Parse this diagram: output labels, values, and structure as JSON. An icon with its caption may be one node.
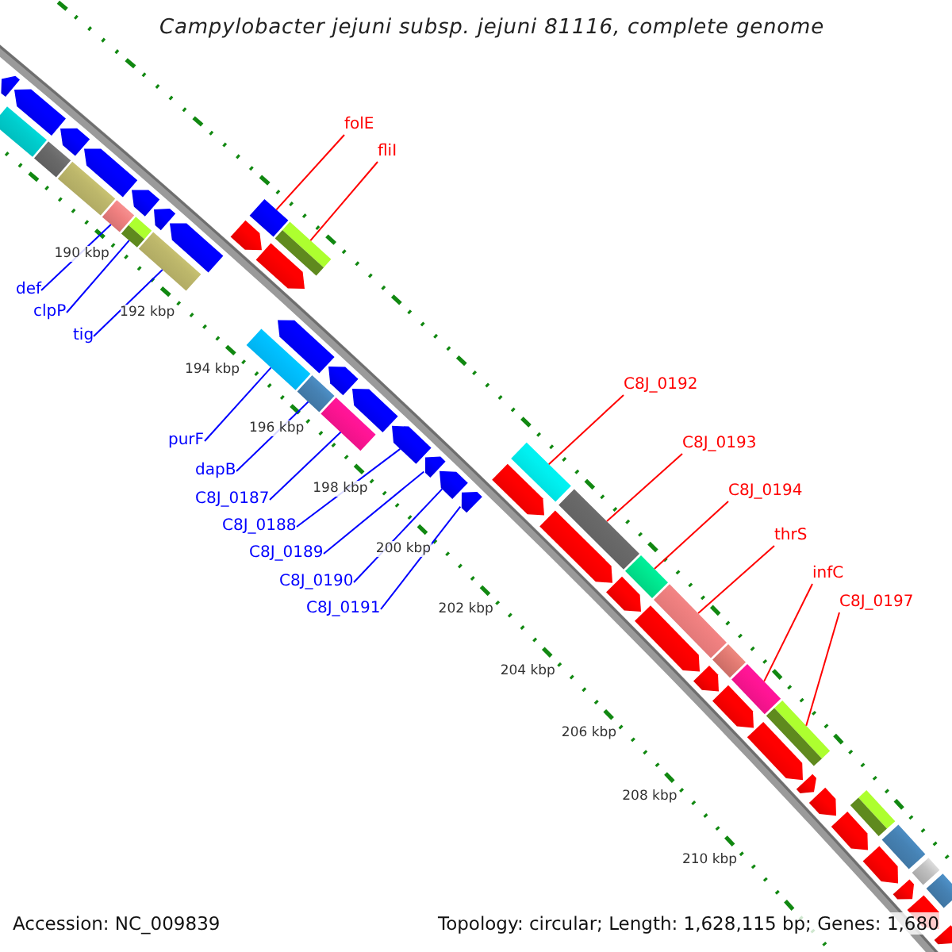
{
  "diagram": {
    "title": "Campylobacter jejuni subsp. jejuni 81116, complete genome",
    "nodes": [
      {
        "text": [
          "folE"
        ]
      },
      {
        "text": [
          "fliI"
        ]
      },
      {
        "text": [
          "def"
        ]
      },
      {
        "text": [
          "clpP"
        ]
      },
      {
        "text": [
          "tig"
        ]
      },
      {
        "text": [
          "C8J_0192"
        ]
      },
      {
        "text": [
          "purF"
        ]
      },
      {
        "text": [
          "C8J_0193"
        ]
      },
      {
        "text": [
          "dapB"
        ]
      },
      {
        "text": [
          "C8J_0194"
        ]
      },
      {
        "text": [
          "C8J_0187"
        ]
      },
      {
        "text": [
          "C8J_0188"
        ]
      },
      {
        "text": [
          "thrS"
        ]
      },
      {
        "text": [
          "C8J_0189"
        ]
      },
      {
        "text": [
          "infC"
        ]
      },
      {
        "text": [
          "C8J_0190"
        ]
      },
      {
        "text": [
          "C8J_0197"
        ]
      },
      {
        "text": [
          "C8J_0191"
        ]
      },
      {
        "text": [],
        "shape": "pentagon"
      },
      {
        "text": [],
        "shape": "bar"
      },
      {
        "text": [],
        "shape": "pentagon"
      },
      {
        "text": [],
        "shape": "bar"
      },
      {
        "text": [],
        "shape": "pentagon"
      },
      {
        "text": [],
        "shape": "bar"
      },
      {
        "text": [],
        "shape": "pentagon"
      },
      {
        "text": [],
        "shape": "bar"
      },
      {
        "text": [],
        "shape": "bar"
      },
      {
        "text": [],
        "shape": "pentagon"
      },
      {
        "text": [],
        "shape": "pentagon"
      },
      {
        "text": [],
        "shape": "bar"
      },
      {
        "text": [],
        "shape": "pentagon"
      },
      {
        "text": [],
        "shape": "pentagon"
      },
      {
        "text": [],
        "shape": "bar"
      },
      {
        "text": [],
        "shape": "bar"
      },
      {
        "text": [],
        "shape": "pentagon"
      },
      {
        "text": [],
        "shape": "pentagon"
      },
      {
        "text": [],
        "shape": "bar"
      },
      {
        "text": [],
        "shape": "bar"
      },
      {
        "text": [],
        "shape": "pentagon"
      },
      {
        "text": [],
        "shape": "bar"
      },
      {
        "text": [],
        "shape": "pentagon"
      },
      {
        "text": [],
        "shape": "pentagon"
      },
      {
        "text": [],
        "shape": "pentagon"
      },
      {
        "text": [],
        "shape": "pentagon"
      },
      {
        "text": [],
        "shape": "pentagon"
      },
      {
        "text": [],
        "shape": "pentagon"
      },
      {
        "text": [],
        "shape": "bar"
      },
      {
        "text": [],
        "shape": "pentagon"
      },
      {
        "text": [],
        "shape": "bar"
      },
      {
        "text": [],
        "shape": "pentagon"
      },
      {
        "text": [],
        "shape": "bar"
      },
      {
        "text": [],
        "shape": "pentagon"
      },
      {
        "text": [],
        "shape": "bar"
      },
      {
        "text": [],
        "shape": "pentagon"
      },
      {
        "text": [],
        "shape": "bar"
      },
      {
        "text": [],
        "shape": "pentagon"
      },
      {
        "text": [],
        "shape": "bar"
      },
      {
        "text": [],
        "shape": "pentagon"
      },
      {
        "text": [],
        "shape": "bar"
      },
      {
        "text": [],
        "shape": "pentagon"
      },
      {
        "text": [],
        "shape": "pentagon"
      },
      {
        "text": [],
        "shape": "pentagon"
      },
      {
        "text": [],
        "shape": "bar"
      },
      {
        "text": [],
        "shape": "pentagon"
      },
      {
        "text": [],
        "shape": "bar"
      },
      {
        "text": [],
        "shape": "pentagon"
      },
      {
        "text": [],
        "shape": "bar"
      },
      {
        "text": [],
        "shape": "pentagon"
      },
      {
        "text": [],
        "shape": "bar"
      },
      {
        "text": [],
        "shape": "pentagon"
      }
    ],
    "edges": [
      {
        "from": 0,
        "to": 32,
        "arrow": "none",
        "color": "#ff0000"
      },
      {
        "from": 1,
        "to": 36,
        "arrow": "none",
        "color": "#ff0000"
      },
      {
        "from": 2,
        "to": 25,
        "arrow": "none"
      },
      {
        "from": 3,
        "to": 26,
        "arrow": "none"
      },
      {
        "from": 4,
        "to": 29,
        "arrow": "none"
      },
      {
        "from": 5,
        "to": 46,
        "arrow": "none",
        "color": "#ff0000"
      },
      {
        "from": 6,
        "to": 33,
        "arrow": "none"
      },
      {
        "from": 7,
        "to": 48,
        "arrow": "none",
        "color": "#ff0000"
      },
      {
        "from": 8,
        "to": 37,
        "arrow": "none"
      },
      {
        "from": 9,
        "to": 50,
        "arrow": "none",
        "color": "#ff0000"
      },
      {
        "from": 10,
        "to": 39,
        "arrow": "none"
      },
      {
        "from": 11,
        "to": 41,
        "arrow": "none"
      },
      {
        "from": 12,
        "to": 52,
        "arrow": "none",
        "color": "#ff0000"
      },
      {
        "from": 13,
        "to": 42,
        "arrow": "none"
      },
      {
        "from": 14,
        "to": 56,
        "arrow": "none",
        "color": "#ff0000"
      },
      {
        "from": 15,
        "to": 43,
        "arrow": "none"
      },
      {
        "from": 16,
        "to": 58,
        "arrow": "none",
        "color": "#ff0000"
      },
      {
        "from": 17,
        "to": 44,
        "arrow": "none"
      }
    ],
    "labels": [
      "190 kbp",
      "192 kbp",
      "194 kbp",
      "196 kbp",
      "198 kbp",
      "200 kbp",
      "202 kbp",
      "204 kbp",
      "206 kbp",
      "208 kbp",
      "210 kbp",
      "Accession: NC_009839",
      "Topology: circular; Length: 1,628,115 bp; Genes: 1,680"
    ]
  }
}
